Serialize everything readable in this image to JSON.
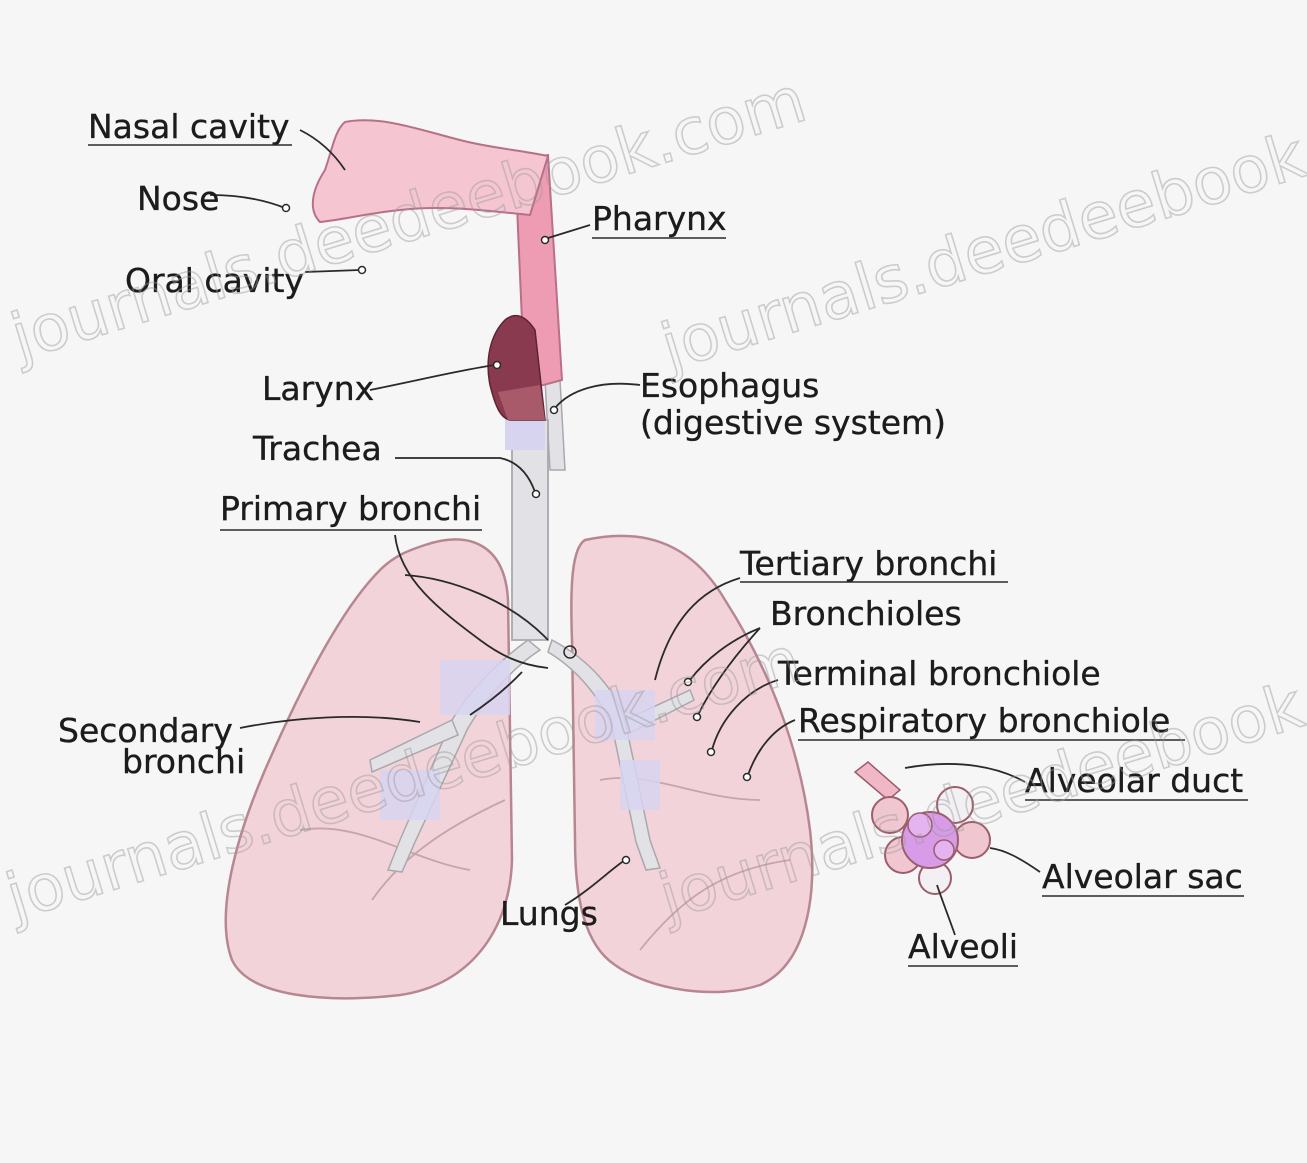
{
  "diagram": {
    "labels": {
      "nasal_cavity": "Nasal cavity",
      "nose": "Nose",
      "oral_cavity": "Oral cavity",
      "pharynx": "Pharynx",
      "larynx": "Larynx",
      "esophagus_line1": "Esophagus",
      "esophagus_line2": "(digestive system)",
      "trachea": "Trachea",
      "primary_bronchi": "Primary bronchi",
      "tertiary_bronchi": "Tertiary bronchi",
      "bronchioles": "Bronchioles",
      "terminal_bronchiole": "Terminal bronchiole",
      "respiratory_bronchiole": "Respiratory bronchiole",
      "secondary_bronchi_line1": "Secondary",
      "secondary_bronchi_line2": "bronchi",
      "alveolar_duct": "Alveolar duct",
      "alveolar_sac": "Alveolar sac",
      "lungs": "Lungs",
      "alveoli": "Alveoli"
    },
    "watermarks": [
      "journals.deedeebook.com",
      "journals.deedeebook.com",
      "journals.deedeebook.com",
      "journals.deedeebook.com"
    ],
    "colors": {
      "background": "#f7f6f7",
      "lung": "#f3d3da",
      "lung_outline": "#b78791",
      "nasal": "#f5c6d2",
      "pharynx": "#ee9cb4",
      "larynx": "#8a3a4f",
      "airway": "#e2e2e6",
      "bronchi_highlight": "#d7d4f0",
      "alveoli": "#d89be8"
    }
  }
}
